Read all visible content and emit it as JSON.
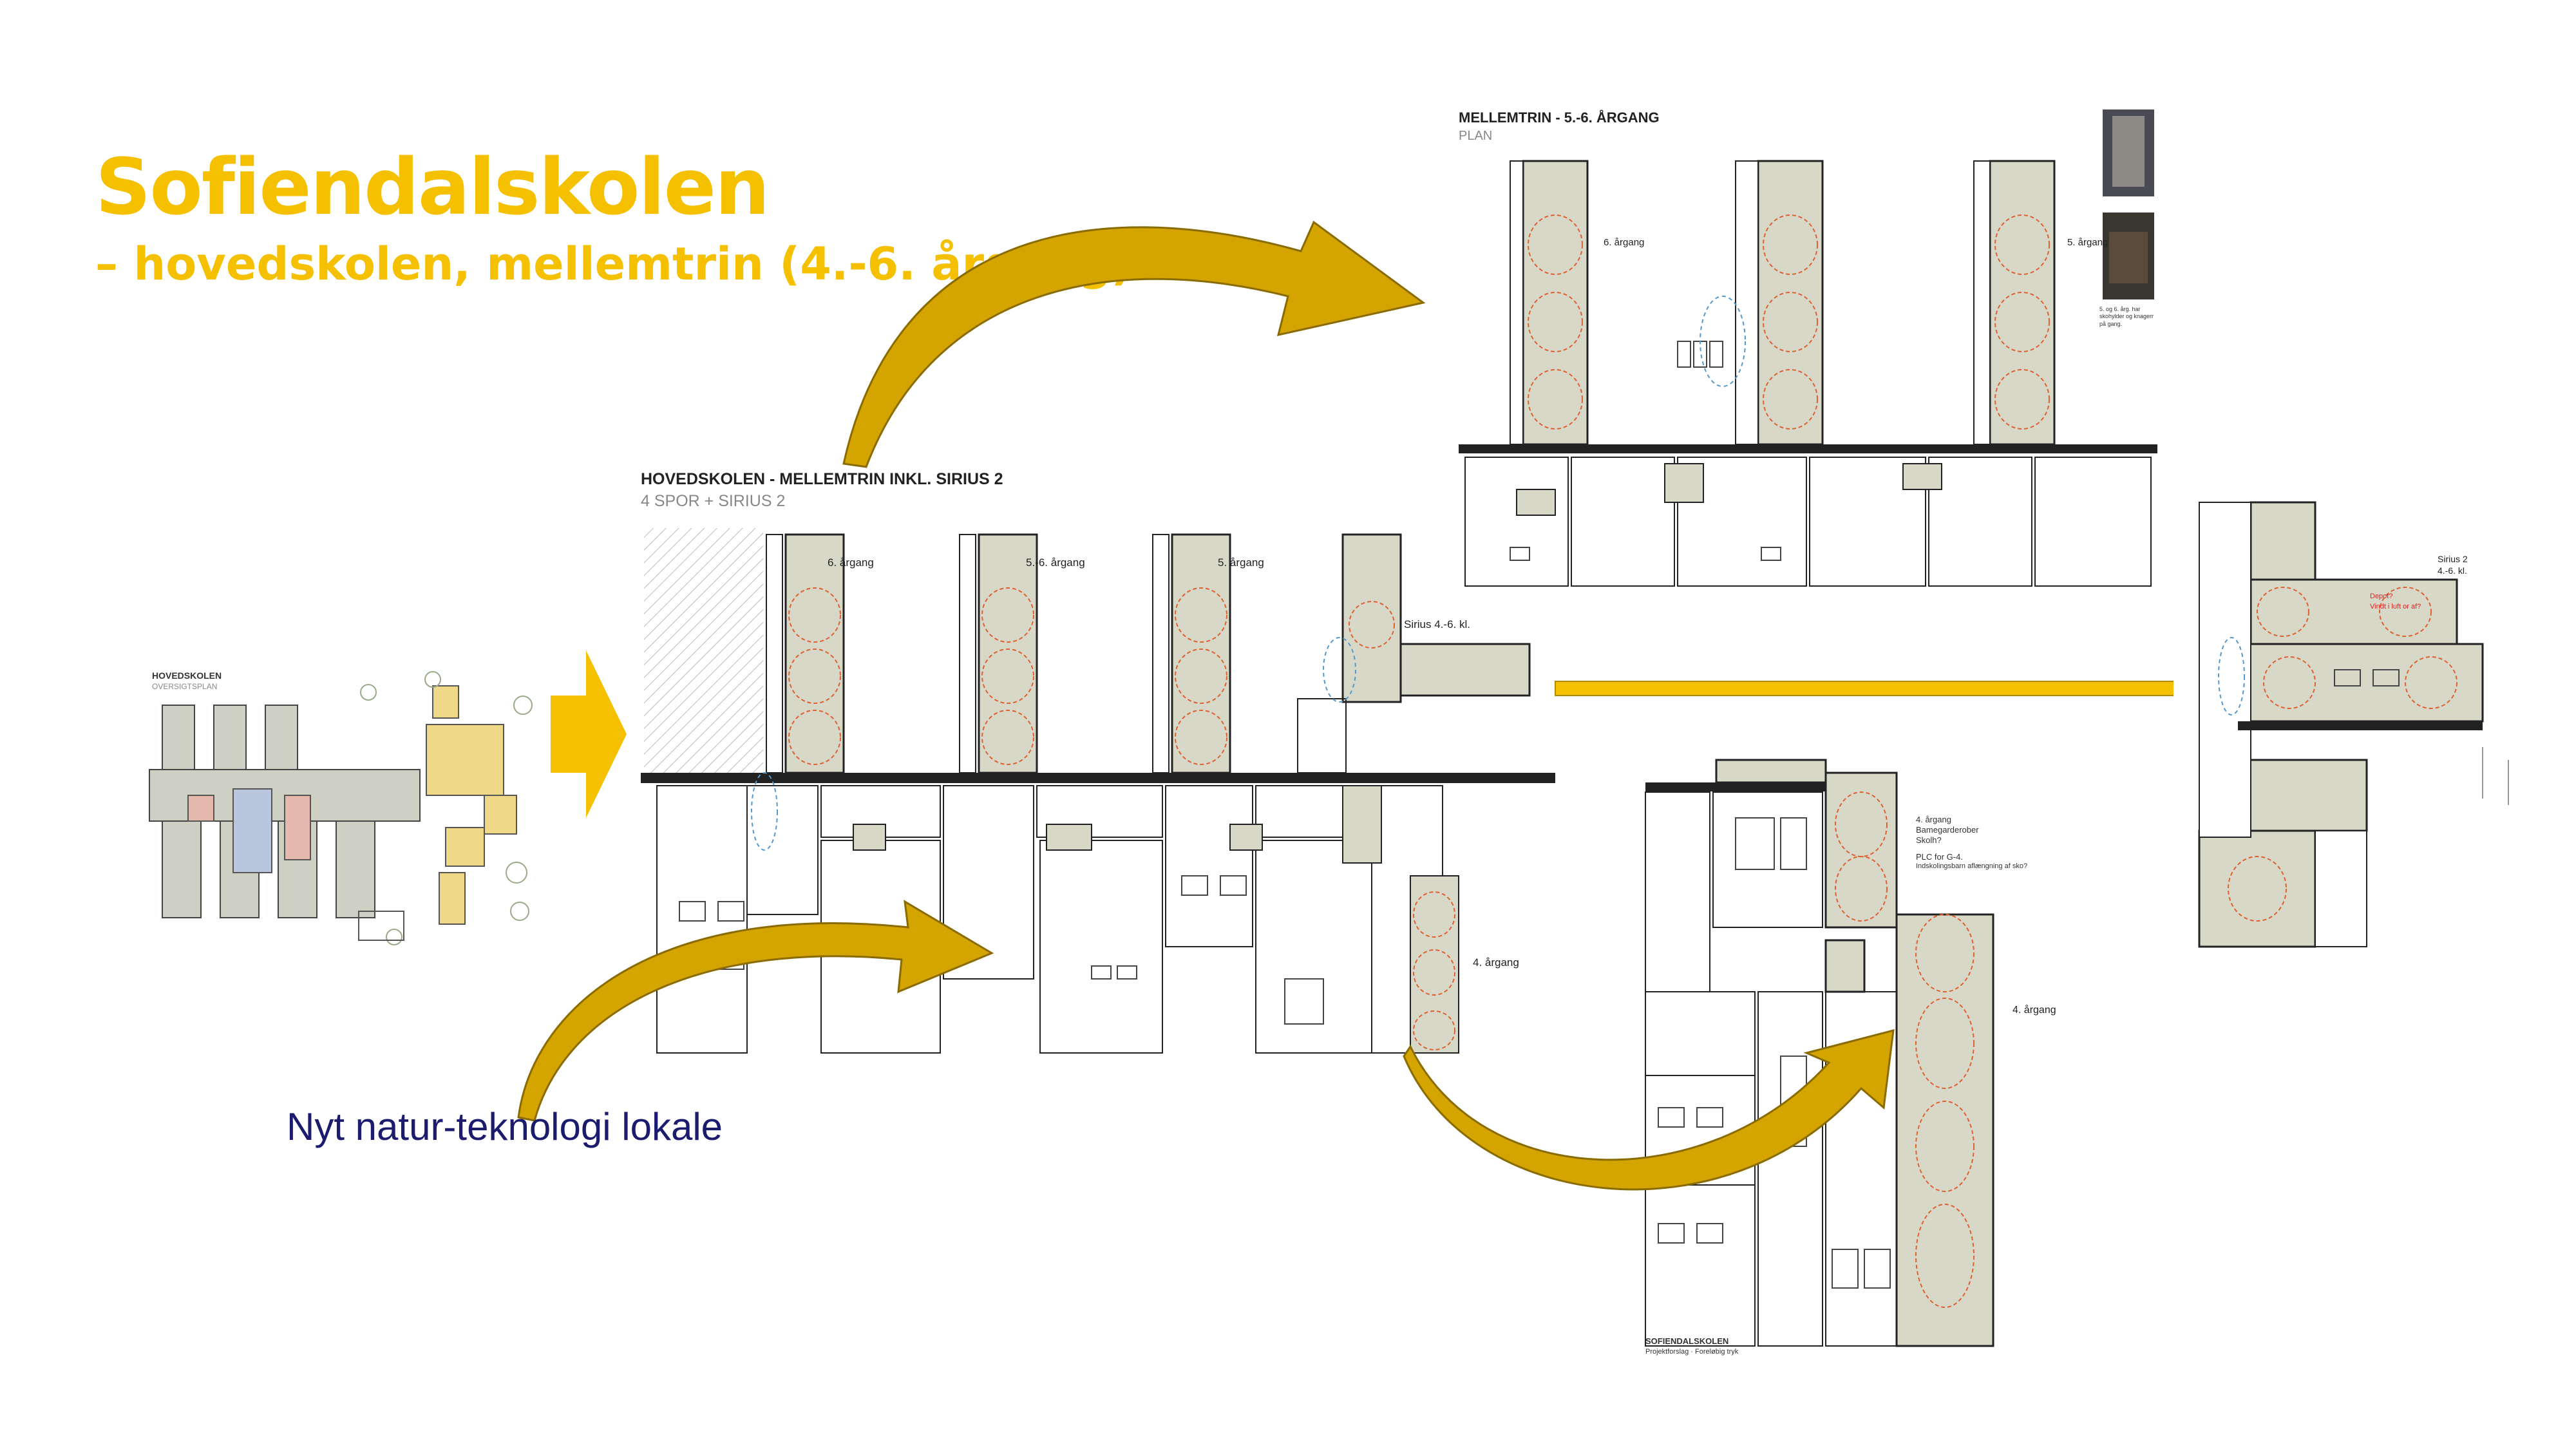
{
  "slide": {
    "title": "Sofiendalskolen",
    "subtitle": "– hovedskolen, mellemtrin (4.-6. årgang)",
    "caption": "Nyt natur-teknologi lokale",
    "colors": {
      "accent": "#f5c000",
      "caption": "#1c1c6e",
      "room_fill": "#d8d8c8",
      "circle": "#e06030"
    }
  },
  "overview_plan": {
    "title": "HOVEDSKOLEN",
    "subtitle": "OVERSIGTSPLAN"
  },
  "main_plan": {
    "title": "HOVEDSKOLEN - MELLEMTRIN INKL. SIRIUS 2",
    "subtitle": "4 SPOR + SIRIUS 2",
    "labels": [
      "6. årgang",
      "5.-6. årgang",
      "5. årgang",
      "Sirius 4.-6. kl.",
      "4. årgang"
    ]
  },
  "top_plan": {
    "title": "MELLEMTRIN - 5.-6. ÅRGANG",
    "subtitle": "PLAN",
    "labels": [
      "6. årgang",
      "5. årgang"
    ],
    "photo_caption": "5. og 6. årg. har skohylder og knagerr på gang."
  },
  "sirius_plan": {
    "labels": [
      "Sirius 2",
      "4.-6. kl."
    ],
    "notes": [
      "Depot?",
      "Vindt i luft or af?"
    ]
  },
  "fourth_plan": {
    "labels": [
      "4. årgang",
      "Bamegarderober",
      "Skolh?",
      "PLC for G-4.",
      "Indskolingsbarn aflængning af sko?",
      "4. årgang"
    ],
    "footer_title": "SOFIENDALSKOLEN",
    "footer_sub": "Projektforslag · Foreløbig tryk"
  }
}
